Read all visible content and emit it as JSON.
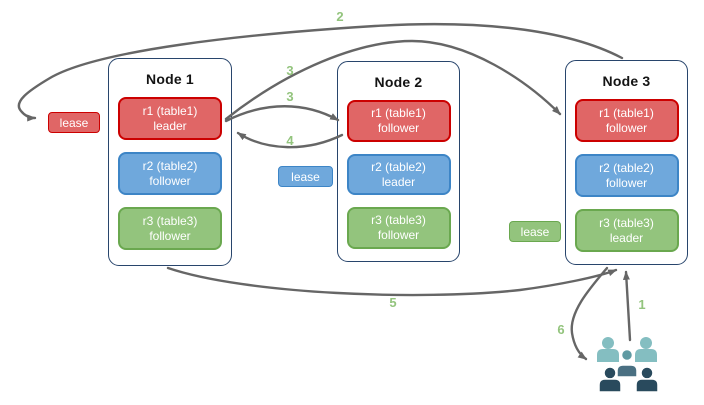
{
  "canvas": {
    "background": "#ffffff"
  },
  "palette": {
    "red": {
      "fill": "#e06666",
      "border": "#cc0000"
    },
    "blue": {
      "fill": "#6fa8dc",
      "border": "#3d85c6"
    },
    "green": {
      "fill": "#93c47d",
      "border": "#6aa84f"
    },
    "node_border": "#28456c",
    "title_text": "#141414",
    "arrow": "#666666",
    "step_label": "#93c47d",
    "people": {
      "back": "#84bec1",
      "middle_head": "#5f9aa2",
      "middle_torso": "#4a7082",
      "front": "#294a5d"
    }
  },
  "nodes": [
    {
      "title": "Node 1",
      "replicas": [
        {
          "name": "r1 (table1)",
          "role": "leader",
          "color": "red"
        },
        {
          "name": "r2 (table2)",
          "role": "follower",
          "color": "blue"
        },
        {
          "name": "r3 (table3)",
          "role": "follower",
          "color": "green"
        }
      ]
    },
    {
      "title": "Node 2",
      "replicas": [
        {
          "name": "r1 (table1)",
          "role": "follower",
          "color": "red"
        },
        {
          "name": "r2 (table2)",
          "role": "leader",
          "color": "blue"
        },
        {
          "name": "r3 (table3)",
          "role": "follower",
          "color": "green"
        }
      ]
    },
    {
      "title": "Node 3",
      "replicas": [
        {
          "name": "r1 (table1)",
          "role": "follower",
          "color": "red"
        },
        {
          "name": "r2 (table2)",
          "role": "follower",
          "color": "blue"
        },
        {
          "name": "r3 (table3)",
          "role": "leader",
          "color": "green"
        }
      ]
    }
  ],
  "leases": [
    {
      "label": "lease",
      "color": "red"
    },
    {
      "label": "lease",
      "color": "blue"
    },
    {
      "label": "lease",
      "color": "green"
    }
  ],
  "steps": {
    "s1": "1",
    "s2": "2",
    "s3a": "3",
    "s3b": "3",
    "s4": "4",
    "s5": "5",
    "s6": "6"
  },
  "arrows": [
    {
      "label": "1",
      "from": "clients",
      "to": "node3-bottom"
    },
    {
      "label": "2",
      "from": "node3-top",
      "to": "lease-red"
    },
    {
      "label": "3",
      "from": "node1-r1-leader",
      "to": "node3-r1-follower"
    },
    {
      "label": "3",
      "from": "node1-r1-leader",
      "to": "node2-r1-follower"
    },
    {
      "label": "4",
      "from": "node2-r1-follower",
      "to": "node1-r1-leader"
    },
    {
      "label": "5",
      "from": "node1-bottom",
      "to": "node3-bottom"
    },
    {
      "label": "6",
      "from": "node3-bottom",
      "to": "clients"
    }
  ]
}
